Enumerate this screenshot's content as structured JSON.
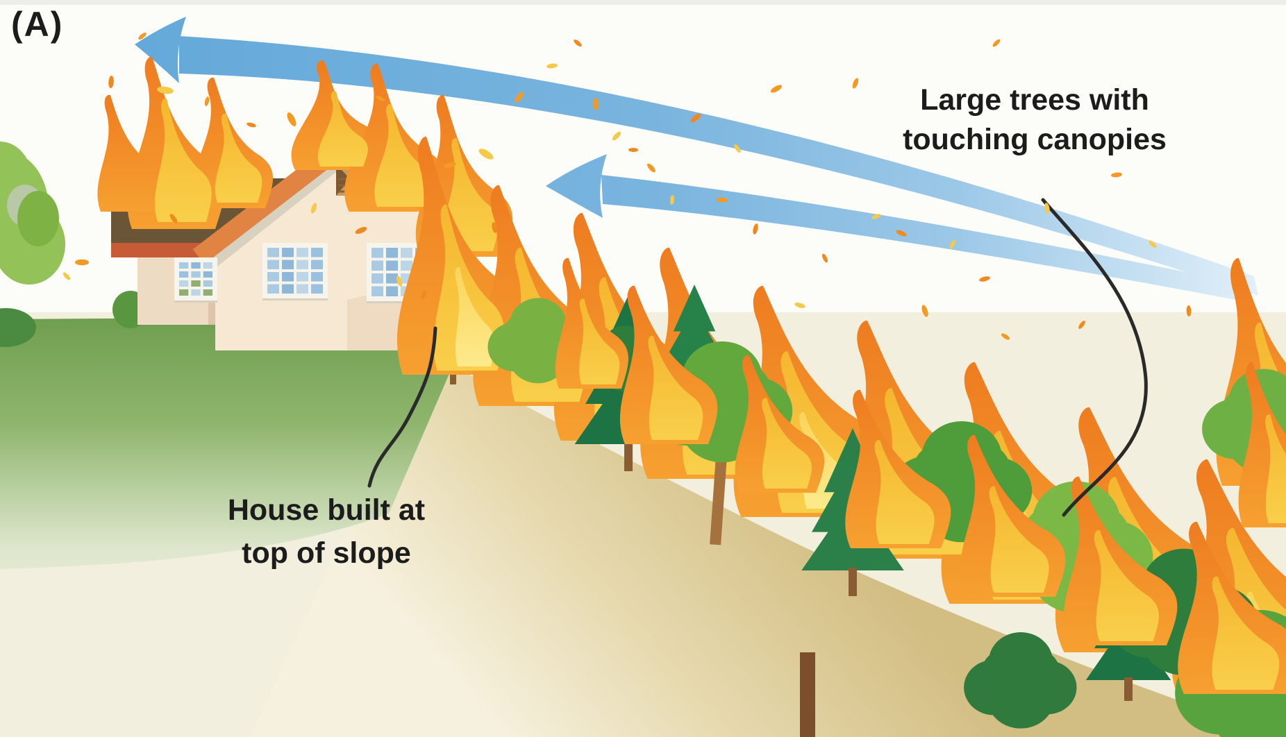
{
  "figure": {
    "panel_label": "(A)"
  },
  "annotations": {
    "trees_label": {
      "text": "Large trees with touching canopies",
      "line1": "Large trees with",
      "line2": "touching canopies"
    },
    "house_label": {
      "text": "House built at top of slope",
      "line1": "House built at",
      "line2": "top of slope"
    }
  },
  "icons": {
    "wind_arrow_upper": "left-pointing curved arrow",
    "wind_arrow_lower": "left-pointing curved arrow"
  },
  "colors": {
    "background": "#fcfcf8",
    "label_text": "#1c1c1c",
    "leader_line": "#2a2a2a",
    "wind_arrow_blue": "#64a9da",
    "wind_arrow_mid": "#79b4de",
    "wind_arrow_fade": "#e6f2fa",
    "flame_orange_deep": "#ee7c20",
    "flame_orange": "#f6a030",
    "flame_yellow": "#f9cf4a",
    "flame_yellow_deep": "#f5b62f",
    "flame_core": "#fdea8c",
    "canopy_green_dark": "#2e7d3d",
    "canopy_green_mid": "#63a83c",
    "canopy_green_light": "#7cb845",
    "conifer_green": "#1d7343",
    "grass_green": "#6f9e50",
    "grass_fade": "#f1efe0",
    "slope_tan": "#d2bd82",
    "slope_fade": "#f6f1de",
    "roof_dark_brown": "#6a5637",
    "roof_orange": "#e08343",
    "roof_orange_shadow": "#a96428",
    "soffit_grey": "#d8d1bf",
    "fascia_red_orange": "#c75b36",
    "wall_cream": "#f6e8d3",
    "wall_shadow": "#e8d2b6",
    "window_frame": "#f7f4ec",
    "window_pane_blue": "#a9cae3",
    "deck_wood": "#a9793f",
    "trunk_brown": "#a5713d",
    "ember_orange": "#f49a23",
    "ember_yellow": "#f7c948"
  }
}
